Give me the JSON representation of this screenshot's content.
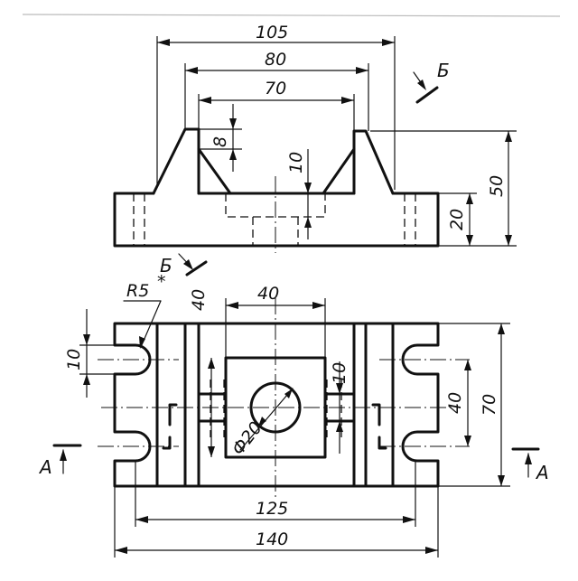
{
  "dimensions": {
    "top_105": "105",
    "top_80": "80",
    "top_70": "70",
    "top_8": "8",
    "top_10": "10",
    "top_20": "20",
    "top_50": "50",
    "plan_40_top": "40",
    "plan_40_left": "40",
    "plan_10_left": "10",
    "plan_10_right": "10",
    "plan_40_right": "40",
    "plan_70": "70",
    "plan_125": "125",
    "plan_140": "140",
    "plan_radius": "R5",
    "plan_radius_mark": "*",
    "plan_diameter": "Ф20"
  },
  "section_labels": {
    "b_top": "Б",
    "b_mid": "Б",
    "a_left": "А",
    "a_right": "А"
  },
  "colors": {
    "ink": "#111111",
    "paper": "#ffffff"
  }
}
